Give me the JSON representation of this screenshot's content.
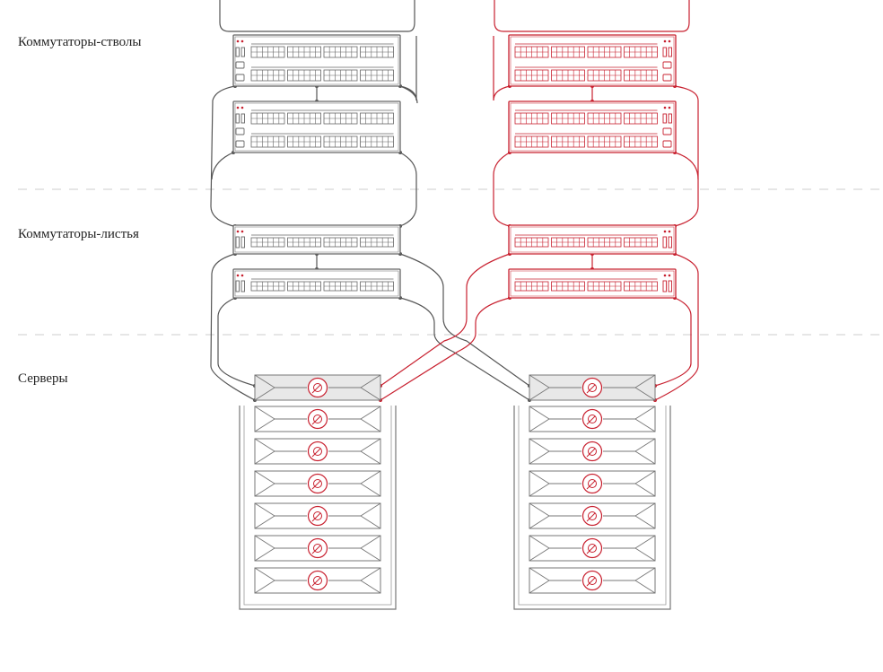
{
  "labels": {
    "spine": "Коммутаторы-стволы",
    "leaf": "Коммутаторы-листья",
    "servers": "Серверы"
  },
  "colors": {
    "gray": "#666666",
    "red": "#c8202f",
    "cable_gray": "#555555",
    "divider": "#cccccc",
    "server_fill": "#e8e8e8"
  },
  "icons": {
    "disk": "disk-icon",
    "rack": "rack-frame"
  }
}
